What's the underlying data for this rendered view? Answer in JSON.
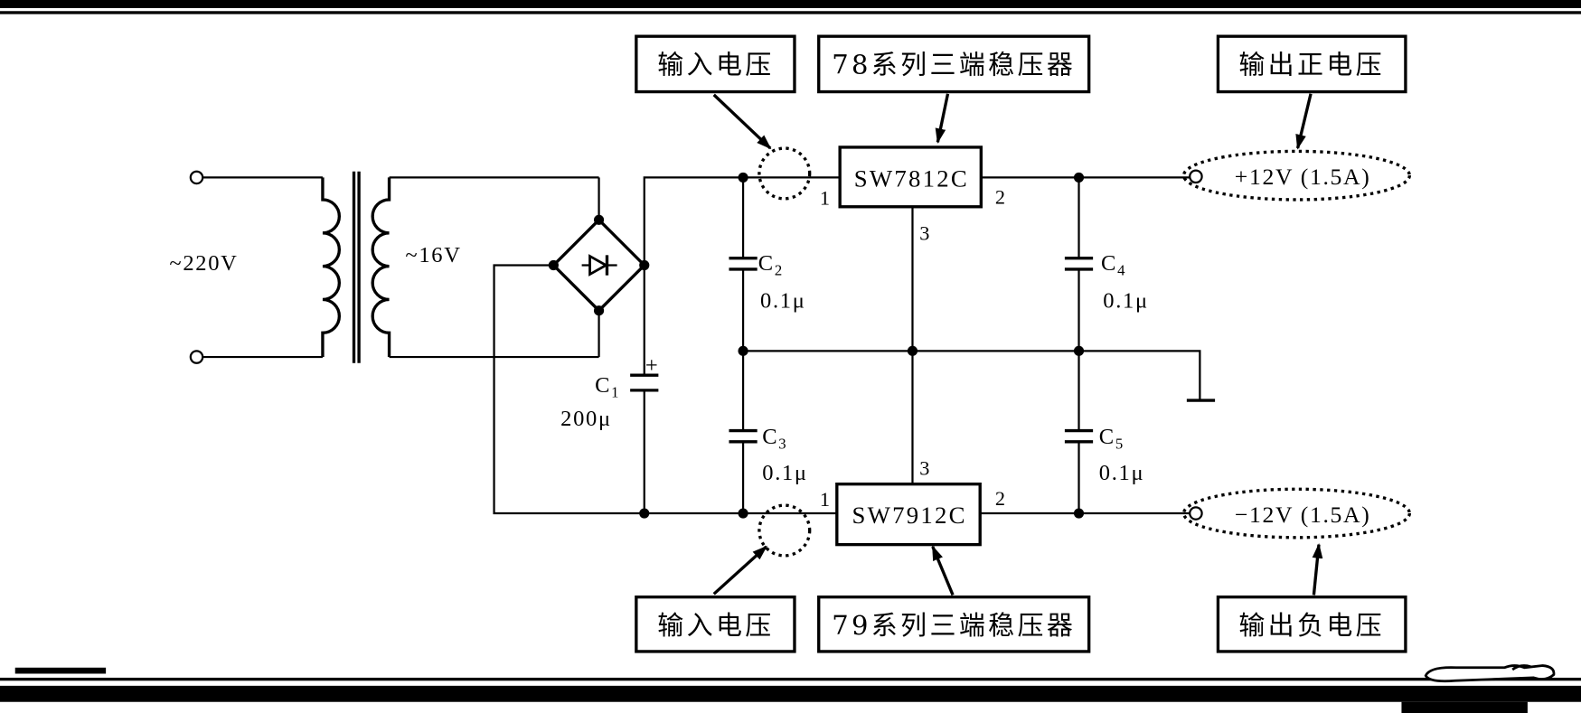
{
  "callouts": {
    "top_input": "输入电压",
    "top_regulator": "78系列三端稳压器",
    "top_output": "输出正电压",
    "bottom_input": "输入电压",
    "bottom_regulator": "79系列三端稳压器",
    "bottom_output": "输出负电压"
  },
  "transformer": {
    "primary_voltage": "~220V",
    "secondary_voltage": "~16V"
  },
  "regulators": {
    "positive": {
      "part": "SW7812C",
      "pin_left": "1",
      "pin_right": "2",
      "pin_middle": "3"
    },
    "negative": {
      "part": "SW7912C",
      "pin_left": "1",
      "pin_right": "2",
      "pin_middle": "3"
    }
  },
  "capacitors": {
    "c1": {
      "symbol": "C",
      "index": "1",
      "value": "200μ",
      "polarity": "+"
    },
    "c2": {
      "symbol": "C",
      "index": "2",
      "value": "0.1μ"
    },
    "c3": {
      "symbol": "C",
      "index": "3",
      "value": "0.1μ"
    },
    "c4": {
      "symbol": "C",
      "index": "4",
      "value": "0.1μ"
    },
    "c5": {
      "symbol": "C",
      "index": "5",
      "value": "0.1μ"
    }
  },
  "outputs": {
    "positive": "+12V (1.5A)",
    "negative": "−12V (1.5A)"
  }
}
